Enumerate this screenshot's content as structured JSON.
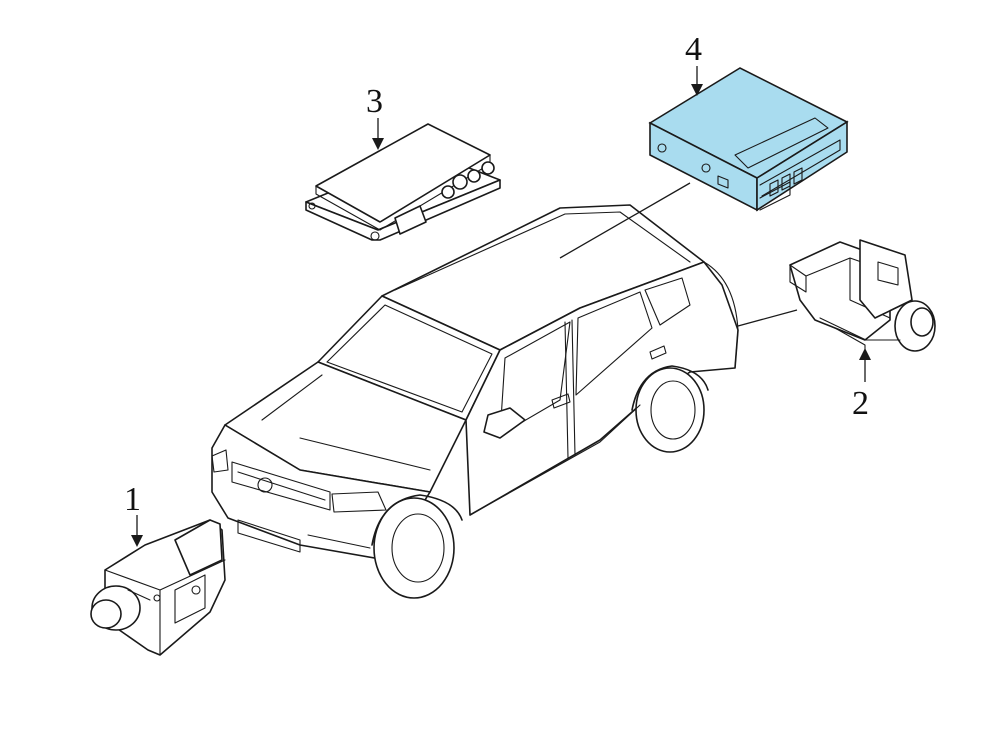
{
  "callouts": [
    {
      "id": "1",
      "part": "front-camera"
    },
    {
      "id": "2",
      "part": "rear-camera"
    },
    {
      "id": "3",
      "part": "control-module"
    },
    {
      "id": "4",
      "part": "camera-control-module"
    }
  ],
  "colors": {
    "highlight": "#a9dcef",
    "line": "#1a1a1a",
    "background": "#ffffff"
  }
}
